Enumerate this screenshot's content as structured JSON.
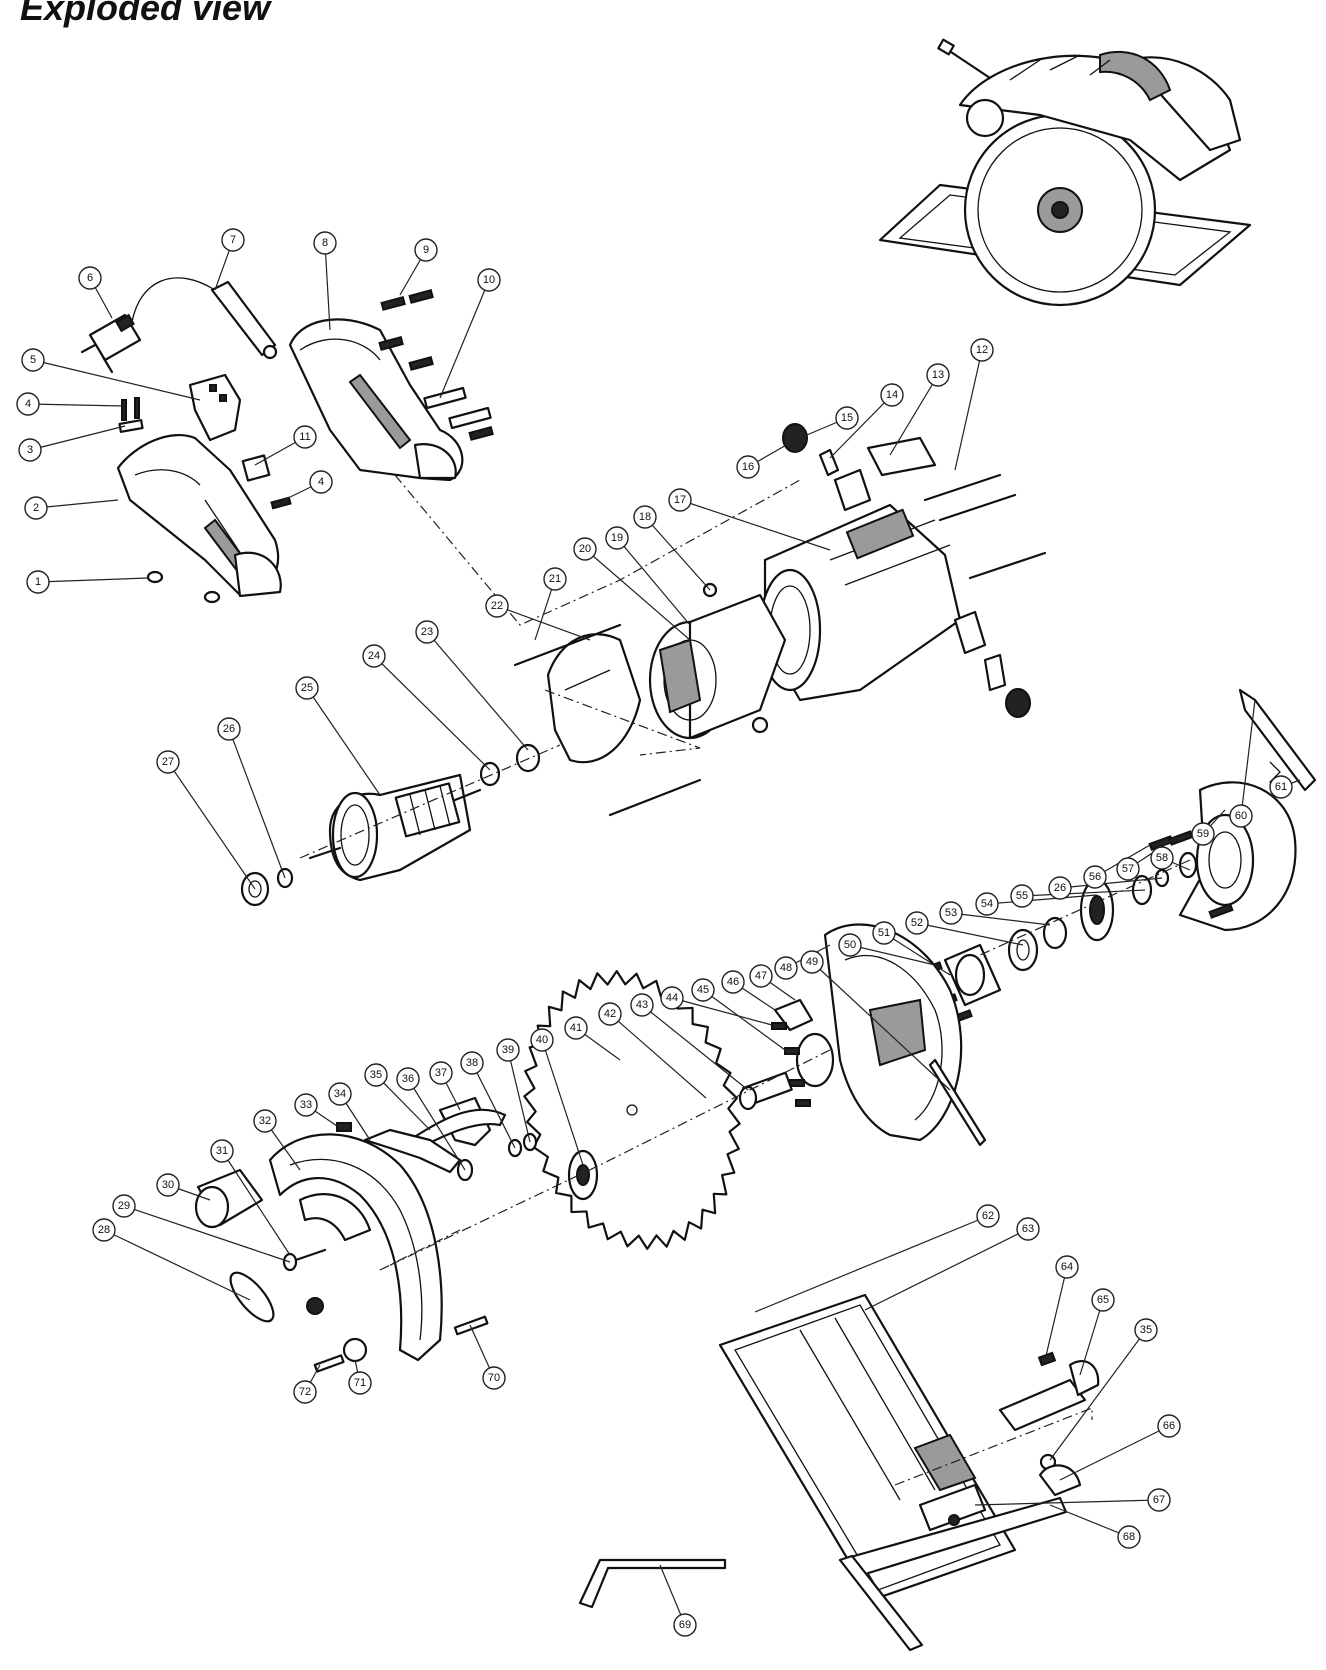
{
  "title": "Exploded view",
  "callouts": [
    {
      "label": "1"
    },
    {
      "label": "2"
    },
    {
      "label": "3"
    },
    {
      "label": "4"
    },
    {
      "label": "5"
    },
    {
      "label": "6"
    },
    {
      "label": "7"
    },
    {
      "label": "8"
    },
    {
      "label": "9"
    },
    {
      "label": "10"
    },
    {
      "label": "11"
    },
    {
      "label": "4"
    },
    {
      "label": "13"
    },
    {
      "label": "14"
    },
    {
      "label": "15"
    },
    {
      "label": "16"
    },
    {
      "label": "17"
    },
    {
      "label": "18"
    },
    {
      "label": "19"
    },
    {
      "label": "20"
    },
    {
      "label": "21"
    },
    {
      "label": "22"
    },
    {
      "label": "23"
    },
    {
      "label": "24"
    },
    {
      "label": "25"
    },
    {
      "label": "26"
    },
    {
      "label": "27"
    },
    {
      "label": "12"
    },
    {
      "label": "28"
    },
    {
      "label": "29"
    },
    {
      "label": "30"
    },
    {
      "label": "31"
    },
    {
      "label": "32"
    },
    {
      "label": "33"
    },
    {
      "label": "34"
    },
    {
      "label": "35"
    },
    {
      "label": "36"
    },
    {
      "label": "37"
    },
    {
      "label": "38"
    },
    {
      "label": "39"
    },
    {
      "label": "40"
    },
    {
      "label": "41"
    },
    {
      "label": "42"
    },
    {
      "label": "43"
    },
    {
      "label": "44"
    },
    {
      "label": "45"
    },
    {
      "label": "46"
    },
    {
      "label": "47"
    },
    {
      "label": "48"
    },
    {
      "label": "49"
    },
    {
      "label": "50"
    },
    {
      "label": "51"
    },
    {
      "label": "52"
    },
    {
      "label": "53"
    },
    {
      "label": "54"
    },
    {
      "label": "55"
    },
    {
      "label": "26"
    },
    {
      "label": "56"
    },
    {
      "label": "57"
    },
    {
      "label": "58"
    },
    {
      "label": "59"
    },
    {
      "label": "60"
    },
    {
      "label": "61"
    },
    {
      "label": "62"
    },
    {
      "label": "63"
    },
    {
      "label": "64"
    },
    {
      "label": "65"
    },
    {
      "label": "35"
    },
    {
      "label": "66"
    },
    {
      "label": "67"
    },
    {
      "label": "68"
    },
    {
      "label": "69"
    },
    {
      "label": "70"
    },
    {
      "label": "71"
    },
    {
      "label": "72"
    }
  ]
}
